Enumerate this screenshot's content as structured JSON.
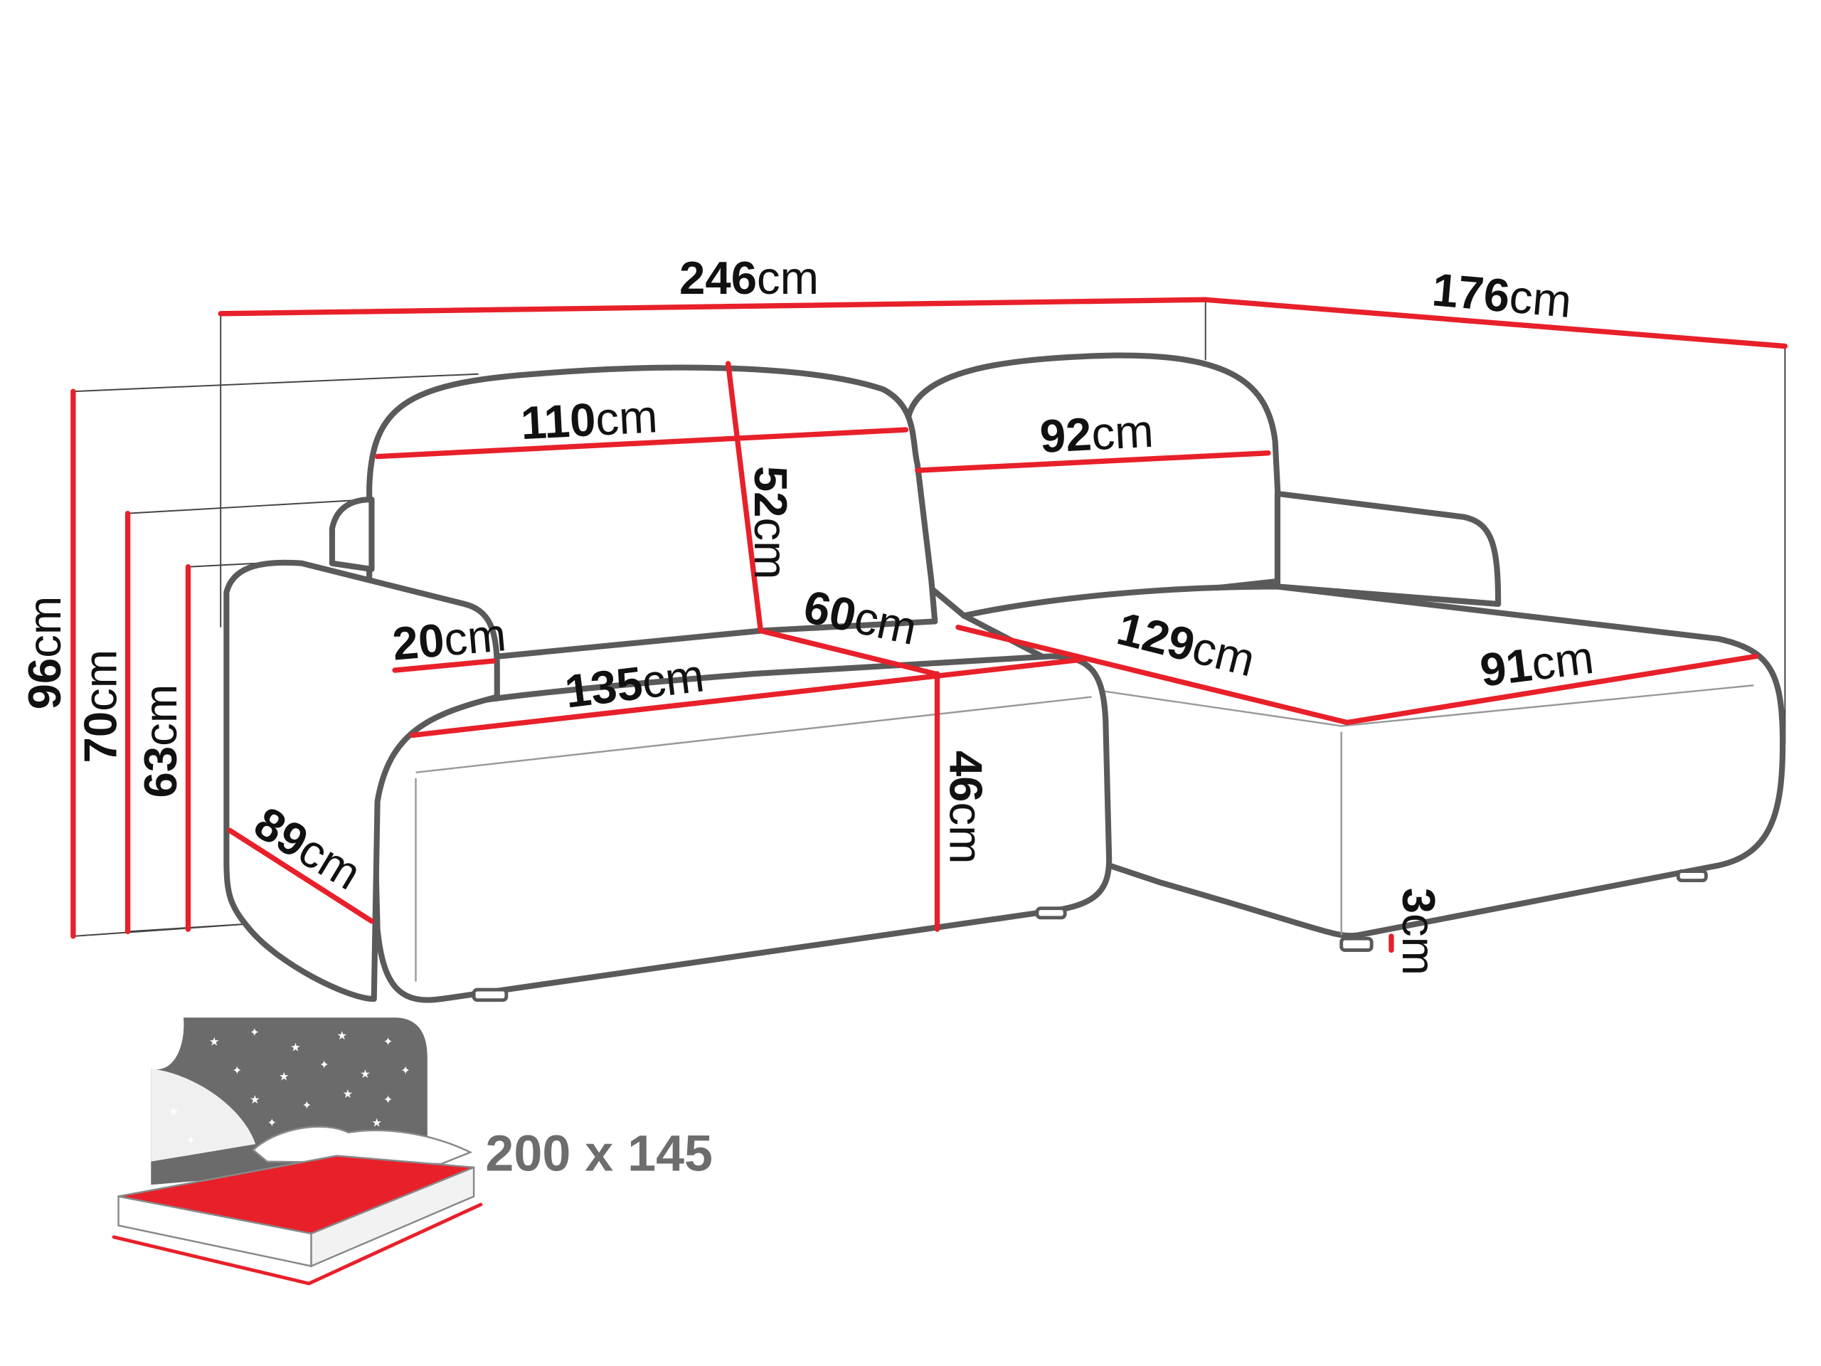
{
  "colors": {
    "dimension": "#e8202a",
    "outline": "#5a5a5a",
    "bed_text": "#6d6d6d",
    "night": "#6b6b6b"
  },
  "dimensions": {
    "total_width": {
      "value": "246",
      "unit": "cm"
    },
    "chaise_depth": {
      "value": "176",
      "unit": "cm"
    },
    "back_left_width": {
      "value": "110",
      "unit": "cm"
    },
    "back_right_width": {
      "value": "92",
      "unit": "cm"
    },
    "back_height": {
      "value": "52",
      "unit": "cm"
    },
    "armrest_width": {
      "value": "20",
      "unit": "cm"
    },
    "seat_depth": {
      "value": "60",
      "unit": "cm"
    },
    "seat_width": {
      "value": "135",
      "unit": "cm"
    },
    "chaise_length": {
      "value": "129",
      "unit": "cm"
    },
    "chaise_width": {
      "value": "91",
      "unit": "cm"
    },
    "seat_height": {
      "value": "46",
      "unit": "cm"
    },
    "leg_height": {
      "value": "3",
      "unit": "cm"
    },
    "depth": {
      "value": "89",
      "unit": "cm"
    },
    "height_total": {
      "value": "96",
      "unit": "cm"
    },
    "height_back": {
      "value": "70",
      "unit": "cm"
    },
    "height_arm": {
      "value": "63",
      "unit": "cm"
    }
  },
  "bed": {
    "icon": "sleeping-function-icon",
    "size_label": "200 x 145"
  }
}
